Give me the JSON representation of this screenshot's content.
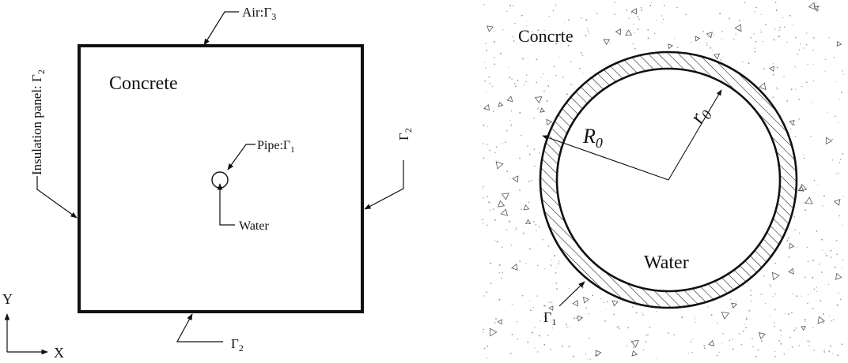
{
  "left_panel": {
    "region_label": "Concrete",
    "air_label": "Air:",
    "air_gamma": "Γ",
    "air_sub": "3",
    "insulation_label": "Insulation panel: ",
    "insulation_gamma": "Γ",
    "insulation_sub": "2",
    "right_gamma": "Γ",
    "right_sub": "2",
    "bottom_gamma": "Γ",
    "bottom_sub": "2",
    "pipe_label": "Pipe:",
    "pipe_gamma": "Γ",
    "pipe_sub": "1",
    "water_label": "Water",
    "axis_y": "Y",
    "axis_x": "X"
  },
  "right_panel": {
    "region_label": "Concrte",
    "water_label": "Water",
    "outer_radius_main": "R",
    "outer_radius_sub": "0",
    "inner_radius_main": "r",
    "inner_radius_sub": "0",
    "boundary_gamma": "Γ",
    "boundary_sub": "1"
  },
  "colors": {
    "stroke": "#111111",
    "speckle": "#9a9a9a",
    "background": "#ffffff"
  }
}
